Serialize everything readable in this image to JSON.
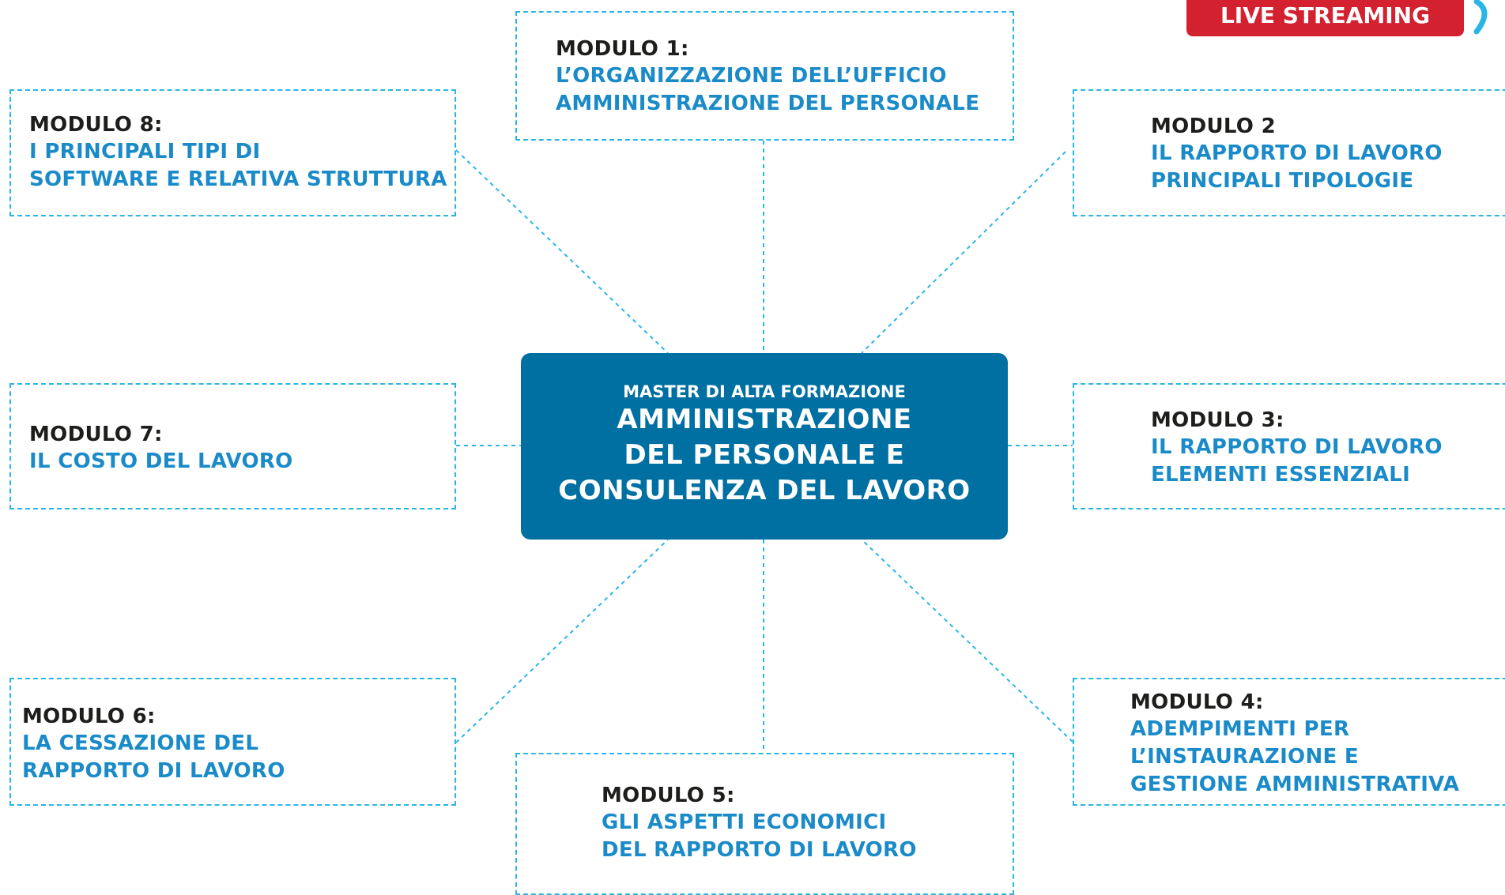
{
  "badge": {
    "label": "LIVE STREAMING",
    "icon": "live-signal-icon"
  },
  "center": {
    "kicker": "MASTER DI ALTA FORMAZIONE",
    "title_lines": [
      "AMMINISTRAZIONE",
      "DEL PERSONALE E",
      "CONSULENZA DEL LAVORO"
    ]
  },
  "modules": {
    "m1": {
      "title": "MODULO 1:",
      "lines": [
        "L’ORGANIZZAZIONE DELL’UFFICIO",
        "AMMINISTRAZIONE DEL PERSONALE"
      ]
    },
    "m2": {
      "title": "MODULO 2",
      "lines": [
        "IL RAPPORTO DI LAVORO",
        "PRINCIPALI TIPOLOGIE"
      ]
    },
    "m3": {
      "title": "MODULO 3:",
      "lines": [
        "IL RAPPORTO DI LAVORO",
        "ELEMENTI ESSENZIALI"
      ]
    },
    "m4": {
      "title": "MODULO 4:",
      "lines": [
        "ADEMPIMENTI PER",
        "L’INSTAURAZIONE E",
        "GESTIONE AMMINISTRATIVA"
      ]
    },
    "m5": {
      "title": "MODULO 5:",
      "lines": [
        "GLI ASPETTI ECONOMICI",
        "DEL RAPPORTO DI LAVORO"
      ]
    },
    "m6": {
      "title": "MODULO 6:",
      "lines": [
        "LA CESSAZIONE DEL",
        "RAPPORTO DI LAVORO"
      ]
    },
    "m7": {
      "title": "MODULO 7:",
      "lines": [
        "IL COSTO DEL LAVORO"
      ]
    },
    "m8": {
      "title": "MODULO 8:",
      "lines": [
        "I PRINCIPALI TIPI DI",
        "SOFTWARE E RELATIVA STRUTTURA"
      ]
    }
  },
  "colors": {
    "center_fill": "#006fa1",
    "connector": "#29b6e6",
    "module_text": "#1a8bc8",
    "module_title": "#1d1d1b",
    "badge": "#d42130"
  }
}
